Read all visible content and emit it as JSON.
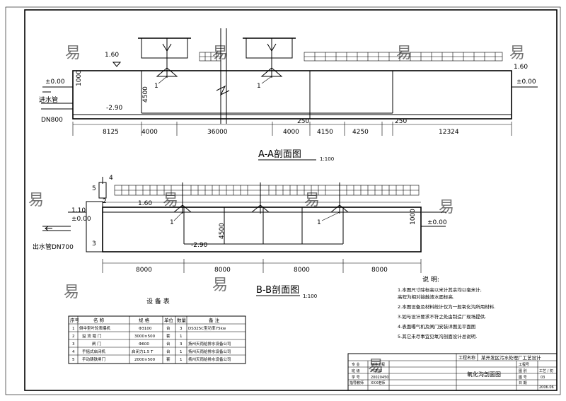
{
  "watermark": "易",
  "section_aa": {
    "title": "A-A剖面图",
    "scale": "1:100",
    "levels": [
      "1.60",
      "±0.00",
      "-2.90",
      "1.60",
      "±0.00"
    ],
    "pipe_label": "进水管",
    "pipe_dn": "DN800",
    "heights": [
      "1000",
      "4500"
    ],
    "marker": "1",
    "marker2": "1",
    "dims": [
      "8125",
      "4000",
      "36000",
      "4000",
      "250",
      "4150",
      "4250",
      "250",
      "12324"
    ]
  },
  "section_bb": {
    "title": "B-B剖面图",
    "scale": "1:100",
    "levels": [
      "1.60",
      "1.10",
      "±0.00",
      "-2.90",
      "±0.00"
    ],
    "pipe_label": "出水管DN700",
    "heights": [
      "4500",
      "1000"
    ],
    "markers": [
      "4",
      "5",
      "3",
      "2",
      "1",
      "1"
    ],
    "dims": [
      "8000",
      "8000",
      "8000",
      "8000"
    ]
  },
  "equipment": {
    "title": "设 备 表",
    "headers": [
      "序号",
      "名 称",
      "规 格",
      "单位",
      "数量",
      "备 注"
    ],
    "rows": [
      [
        "1",
        "倒伞型叶轮表曝机",
        "Φ3100",
        "台",
        "3",
        "DS325C型功率75kw"
      ],
      [
        "2",
        "溢 流 堰 门",
        "3000×500",
        "套",
        "1",
        ""
      ],
      [
        "3",
        "闸 门",
        "Φ600",
        "台",
        "3",
        "扬州天雨给排水设备公司"
      ],
      [
        "4",
        "手摇式启闭机",
        "启闭力1.5 T",
        "台",
        "1",
        "扬州天雨给排水设备公司"
      ],
      [
        "5",
        "手动铸铁闸门",
        "2000×500",
        "套",
        "1",
        "扬州天雨给排水设备公司"
      ]
    ]
  },
  "notes": {
    "title": "说 明:",
    "items": [
      "1.本图尺寸除标高以米计其余均以毫米计,",
      "  高程为相对接触液水面标高.",
      "2.本图设备及材料统计仅为一般氧化沟所用材料.",
      "3.如与设计要求不符之处由制造厂现场提供.",
      "4.表面曝气机及闸门安装详图见平面图",
      "5.其它未尽事宜见氧沟剖面设计总说明."
    ]
  },
  "title_block": {
    "project_label": "工程名称",
    "project_name": "某开发区污水处理厂工艺设计",
    "drawing_name": "氧化沟剖面图",
    "rows": [
      [
        "专 业",
        "环境工程"
      ],
      [
        "班 级",
        "环境02"
      ],
      [
        "学 号",
        "20020450"
      ],
      [
        "指导教师",
        "XXX老师"
      ]
    ],
    "right_rows": [
      "工程号",
      "图 别",
      "图 号",
      "日 期"
    ],
    "right_vals": [
      "",
      "工艺 / 初",
      "03",
      "2006.06"
    ]
  }
}
